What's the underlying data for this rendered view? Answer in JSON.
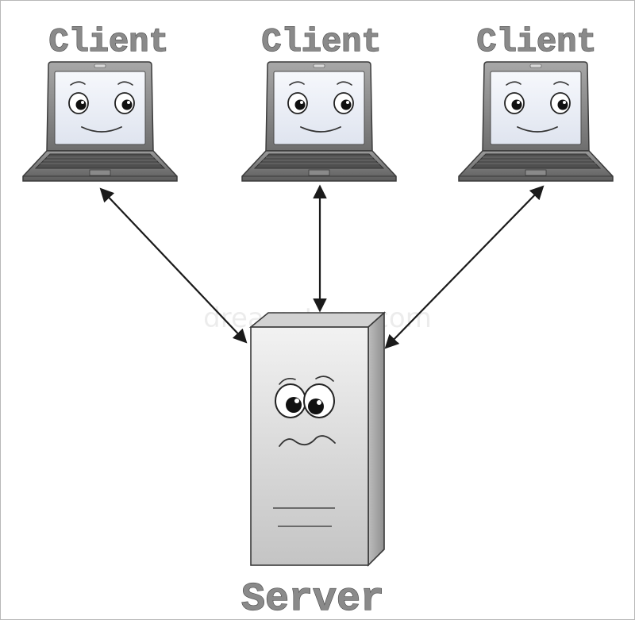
{
  "clients": [
    {
      "label": "Client"
    },
    {
      "label": "Client"
    },
    {
      "label": "Client"
    }
  ],
  "server": {
    "label": "Server"
  },
  "watermark": {
    "text": "dreamstime.com"
  },
  "colors": {
    "label_fill": "#8a8a8a",
    "label_stroke": "#4a4a4a",
    "laptop_body": "#8c8c8c",
    "screen": "#eef1f8",
    "server_front": "#dcdcdc",
    "arrow": "#1a1a1a"
  },
  "icons": [
    "laptop-icon",
    "server-icon",
    "arrow-icon"
  ]
}
